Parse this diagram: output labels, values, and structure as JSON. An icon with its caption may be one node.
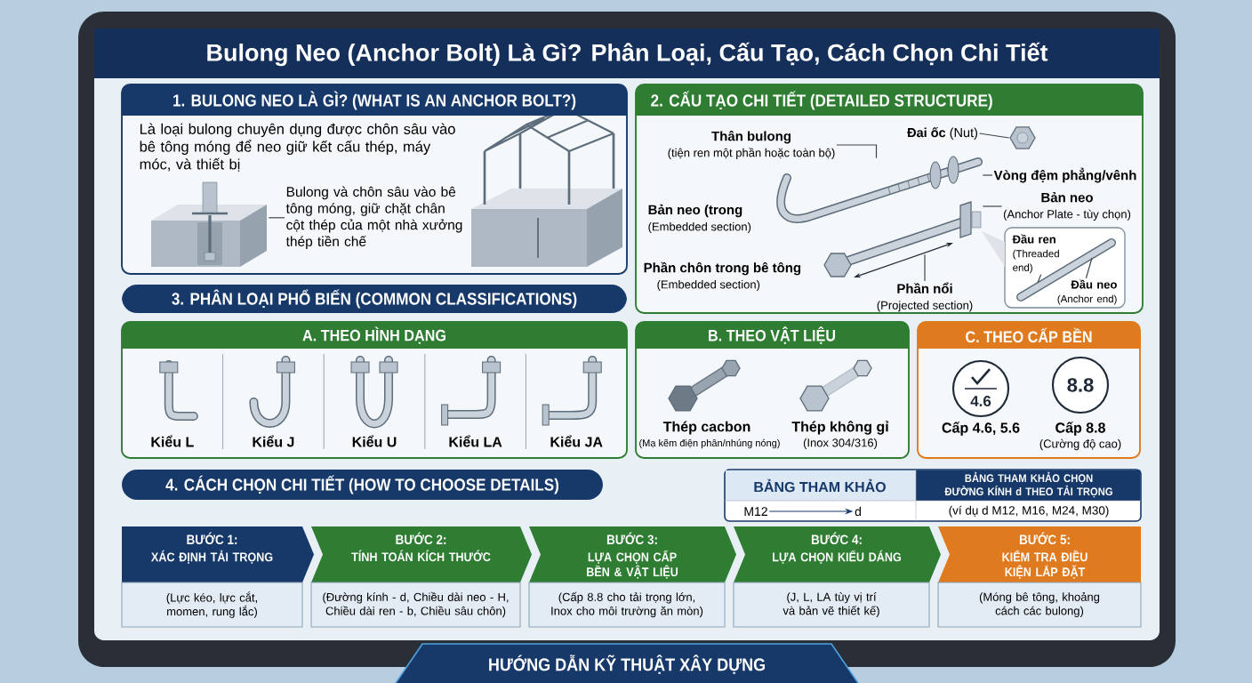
{
  "diagram": {
    "title": "Bulong Neo (Anchor Bolt) Là Gì? Phân Loại, Cấu Tạo, Cách Chọn Chi Tiết",
    "nodes": [
      {
        "text": [
          "Là loại bulong chuyên dụng được chôn sâu vào bê tông móng để neo giữ kết cấu thép, máy móc, và thiết bị"
        ]
      },
      {
        "text": [
          "Bulong và chôn sâu vào bê tông móng, giữ chặt chân cột thép của một nhà xưởng thép tiền chế"
        ],
        "in": 0
      },
      {
        "text": [],
        "shape": "picture",
        "in": 0
      },
      {
        "text": [
          "2. CẤU TẠO CHI TIẾT (DETAILED STRUCTURE)"
        ]
      },
      {
        "text": [
          "Thân bulong",
          "(tiện ren một phần hoặc toàn bộ)"
        ],
        "in": 3
      },
      {
        "text": [
          "**Đai ốc** (Nut)"
        ],
        "in": 3
      },
      {
        "text": [],
        "shape": "picture",
        "in": 3
      },
      {
        "text": [],
        "shape": "picture",
        "in": 3
      },
      {
        "text": [
          "Vòng đệm phẳng/vênh"
        ],
        "in": 3
      },
      {
        "text": [
          "Bản neo",
          "(Anchor Plate - tùy chọn)"
        ],
        "in": 3
      },
      {
        "text": [],
        "shape": "picture",
        "in": 3
      },
      {
        "text": [
          "Phần nổi",
          "(Projected section)"
        ],
        "in": 3
      },
      {
        "text": [],
        "shape": "box",
        "in": 3
      },
      {
        "text": [
          "Đầu ren",
          "(Threaded end)"
        ],
        "in": 12
      },
      {
        "text": [
          "Đầu neo",
          "(Anchor end)"
        ],
        "in": 12
      },
      {
        "text": [
          "3. PHÂN LOẠI PHỔ BIẾN (COMMON CLASSIFICATIONS)"
        ]
      },
      {
        "text": [
          "A. THEO HÌNH DẠNG",
          "Kiểu L",
          "Kiểu J",
          "Kiểu U",
          "Kiểu LA",
          "Kiểu JA"
        ]
      },
      {
        "text": [
          "B. THEO VẬT LIỆU",
          "Thép cacbon",
          "(Mạ kẽm điện phân/nhúng nóng)",
          "Thép không gỉ",
          "(Inox 304/316)"
        ]
      },
      {
        "text": [
          "C. THEO CẤP BỀN",
          "Cấp 4.6, 5.6",
          "Cấp 8.8",
          "(Cường độ cao)"
        ]
      },
      {
        "text": [
          "4.6"
        ],
        "in": 18
      },
      {
        "text": [
          "8.8"
        ],
        "in": 18
      },
      {
        "text": [
          "4. CÁCH CHỌN CHI TIẾT (HOW TO CHOOSE DETAILS)"
        ]
      },
      {
        "text": [
          "BẢNG THAM KHẢO",
          "BẢNG THAM KHẢO CHỌN ĐƯỜNG KÍNH d THEO TẢI TRỌNG",
          "(ví dụ d M12, M16, M24, M30)"
        ]
      },
      {
        "text": [
          "M12"
        ],
        "in": 22
      },
      {
        "text": [
          "d"
        ],
        "in": 22
      },
      {
        "text": [
          "BƯỚC 1:",
          "XÁC ĐỊNH TẢI TRỌNG",
          "(Lực kéo, lực cắt, momen, rung lắc)"
        ]
      },
      {
        "text": [
          "BƯỚC 2:",
          "TÍNH TOÁN KÍCH THƯỚC",
          "(Đường kính - d, Chiều dài neo - H, Chiều dài ren - b, Chiều sâu chôn)"
        ]
      },
      {
        "text": [
          "BƯỚC 3:",
          "LỰA CHỌN CẤP BỀN & VẬT LIỆU",
          "(Cấp 8.8 cho tải trọng lớn, Inox cho môi trường ăn mòn)"
        ]
      },
      {
        "text": [
          "BƯỚC 4:",
          "LỰA CHỌN KIỂU DÁNG",
          "(J, L, LA tùy vị trí và bản vẽ thiết kế)"
        ]
      },
      {
        "text": [
          "BƯỚC 5:",
          "KIỂM TRA ĐIỀU KIỆN LẮP ĐẶT",
          "(Móng bê tông, khoảng cách các bulong)"
        ]
      },
      {
        "text": [
          "1. BULONG NEO LÀ GÌ? (WHAT IS AN ANCHOR BOLT?)"
        ],
        "in": 0
      }
    ],
    "edges": [
      {
        "from": 1,
        "to": 2,
        "arrow": "none"
      },
      {
        "from": 4,
        "to": 6,
        "arrow": "none"
      },
      {
        "from": 5,
        "to": 7,
        "arrow": "none"
      },
      {
        "from": 8,
        "to": 6,
        "arrow": "none"
      },
      {
        "from": 9,
        "to": 10,
        "arrow": "none"
      },
      {
        "from": 11,
        "to": 10,
        "arrow": "none"
      },
      {
        "from": 13,
        "to": null,
        "arrow": "none"
      },
      {
        "from": 14,
        "to": null,
        "arrow": "none"
      },
      {
        "from": 23,
        "to": 24,
        "arrow": "to"
      }
    ],
    "labels": [
      "Bản neo (trong",
      "(Embedded section)",
      "Phần chôn trong bê tông",
      "(Embedded section)",
      "HƯỚNG DẪN KỸ THUẬT XÂY DỰNG"
    ]
  }
}
